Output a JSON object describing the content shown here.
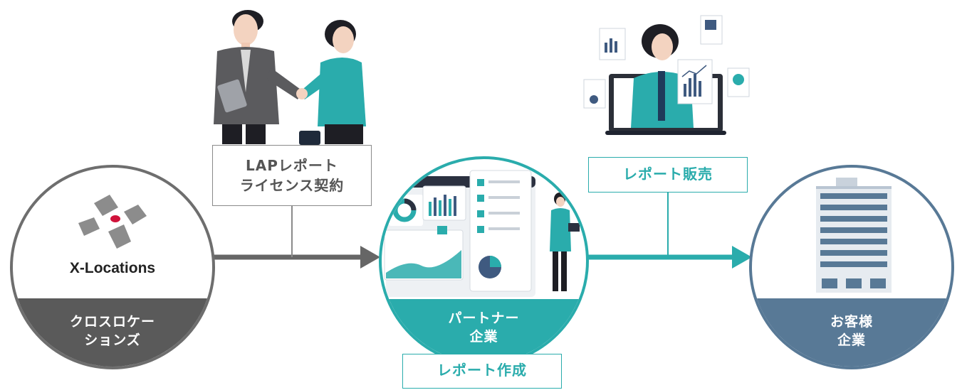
{
  "nodes": {
    "crosslocations": {
      "logo_text": "X-Locations",
      "label_line1": "クロスロケー",
      "label_line2": "ションズ",
      "color": "#5a5a5a"
    },
    "partner": {
      "label_line1": "パートナー",
      "label_line2": "企業",
      "color": "#2aacac"
    },
    "customer": {
      "label_line1": "お客様",
      "label_line2": "企業",
      "color": "#587996"
    }
  },
  "steps": {
    "license": {
      "line1": "LAPレポート",
      "line2": "ライセンス契約"
    },
    "sales": {
      "label": "レポート販売"
    },
    "create": {
      "label": "レポート作成"
    }
  },
  "colors": {
    "gray": "#6e6e6e",
    "teal": "#2aacac",
    "navy": "#587996",
    "logo_red": "#d0123a"
  },
  "icons": [
    "handshake-illustration",
    "presenter-illustration",
    "dashboard-illustration",
    "building-icon",
    "x-locations-logo-mark"
  ]
}
